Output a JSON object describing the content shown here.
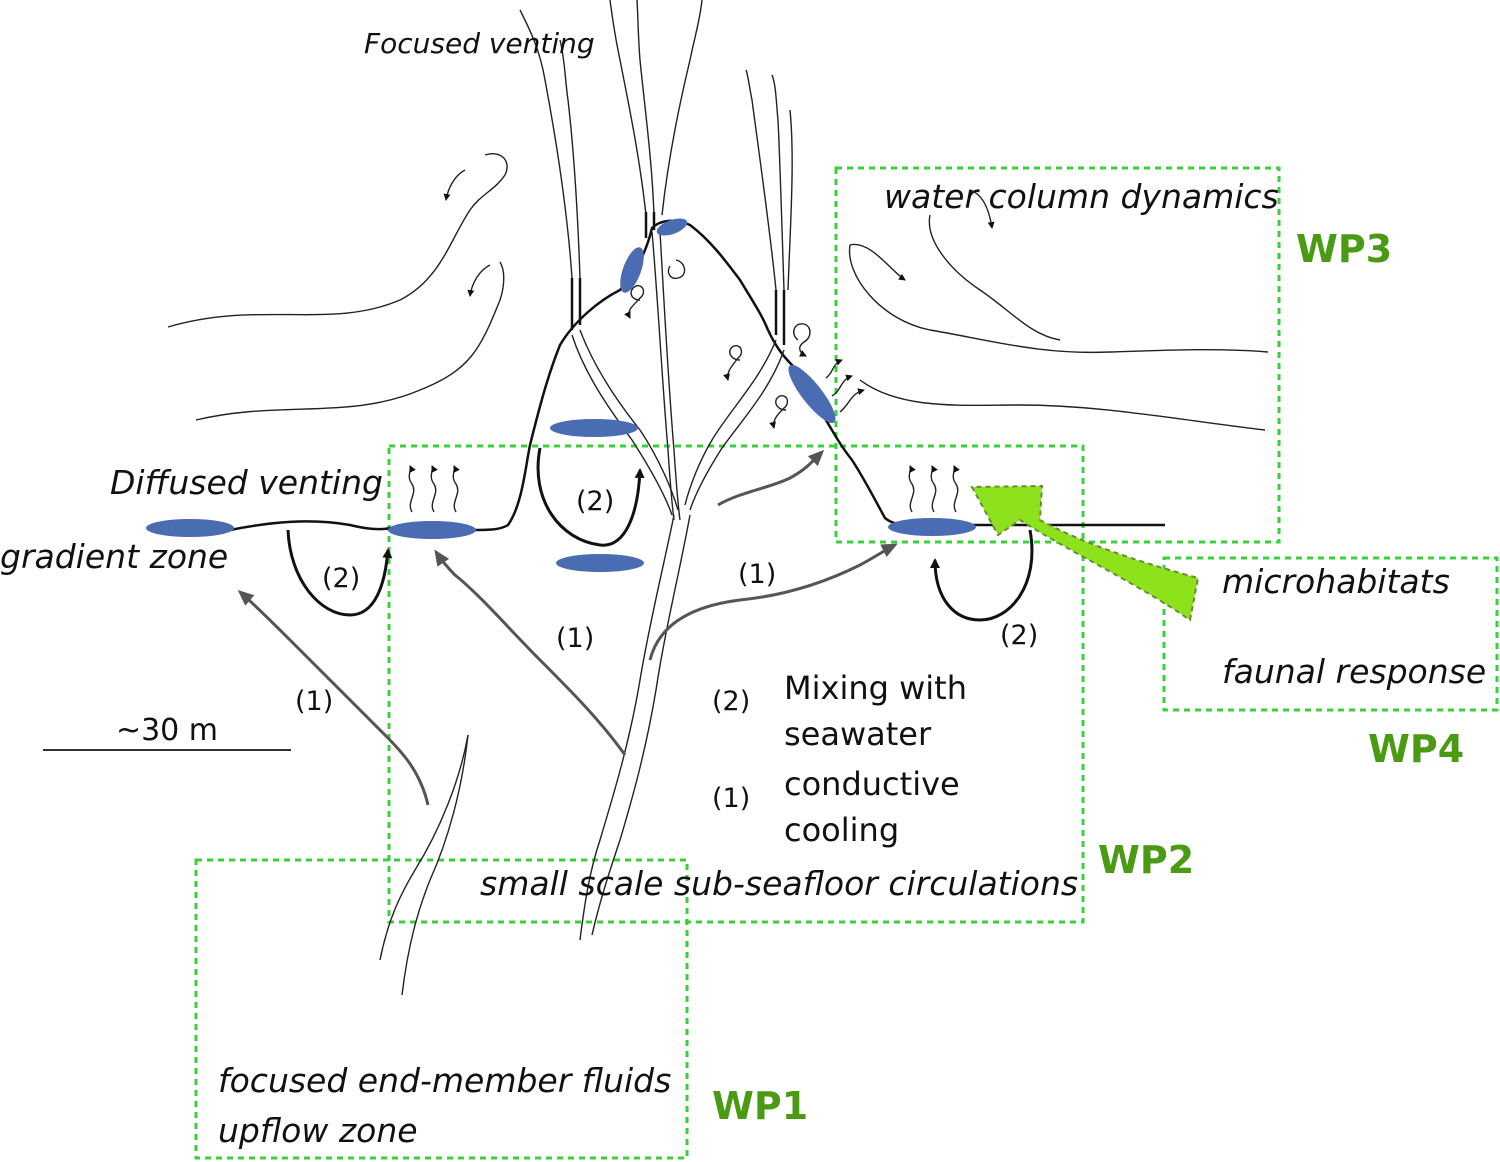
{
  "labels": {
    "focused_venting": "Focused venting",
    "diffused_venting": "Diffused venting",
    "gradient_zone": "gradient zone",
    "water_column": "water column dynamics",
    "microhabitats": "microhabitats",
    "faunal_response": "faunal response",
    "subseafloor": "small scale sub-seafloor circulations",
    "endmember_line1": "focused end-member fluids",
    "endmember_line2": "upflow zone",
    "scale": "~30 m"
  },
  "markers": {
    "one": "(1)",
    "two": "(2)"
  },
  "legend": {
    "item2_marker": "(2)",
    "item2_line1": "Mixing with",
    "item2_line2": "seawater",
    "item1_marker": "(1)",
    "item1_line1": "conductive",
    "item1_line2": "cooling"
  },
  "work_packages": {
    "wp1": "WP1",
    "wp2": "WP2",
    "wp3": "WP3",
    "wp4": "WP4"
  },
  "colors": {
    "box_dash": "#38d138",
    "wp_text": "#4a9a14",
    "arrow_fill": "#8ee21c",
    "pool": "#4a6cb3"
  }
}
